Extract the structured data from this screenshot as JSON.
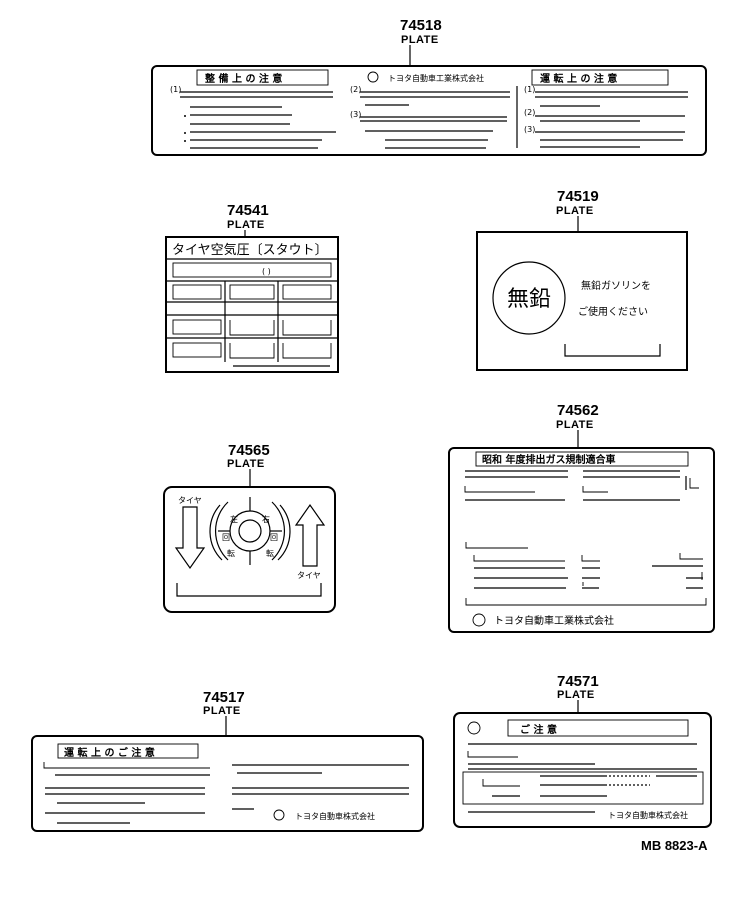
{
  "parts": [
    {
      "number": "74518",
      "name": "PLATE",
      "texts": {
        "left_header": "整 備 上 の 注 意",
        "center_header": "トヨタ自動車工業株式会社",
        "right_header": "運 転 上 の 注 意",
        "mark_1": "(1)",
        "mark_2": "(2)",
        "mark_3": "(3)"
      }
    },
    {
      "number": "74541",
      "name": "PLATE",
      "texts": {
        "title": "タイヤ空気圧〔スタウト〕",
        "paren": "(    )"
      }
    },
    {
      "number": "74519",
      "name": "PLATE",
      "texts": {
        "seal": "無鉛",
        "line1": "無鉛ガソリンを",
        "line2": "ご使用ください"
      }
    },
    {
      "number": "74565",
      "name": "PLATE",
      "texts": {
        "tire_top": "タイヤ",
        "tire_bottom": "タイヤ",
        "left_turn": "左",
        "right_turn": "右",
        "kai_left": "回",
        "kai_right": "回",
        "ten_left": "転",
        "ten_right": "転"
      }
    },
    {
      "number": "74562",
      "name": "PLATE",
      "texts": {
        "header": "昭和   年度排出ガス規制適合車",
        "company": "トヨタ自動車工業株式会社"
      }
    },
    {
      "number": "74517",
      "name": "PLATE",
      "texts": {
        "header": "運 転 上 の ご 注 意",
        "company": "トヨタ自動車株式会社"
      }
    },
    {
      "number": "74571",
      "name": "PLATE",
      "texts": {
        "header": "ご  注  意",
        "company": "トヨタ自動車株式会社"
      }
    }
  ],
  "diagram_code": "MB 8823-A"
}
